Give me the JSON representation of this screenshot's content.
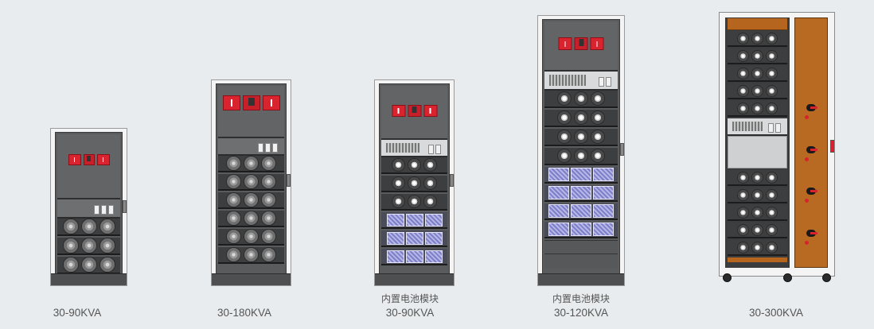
{
  "products": [
    {
      "id": "p1",
      "model_label": "30-90KVA",
      "sub_label": null,
      "power_modules": 3,
      "battery_modules": 0
    },
    {
      "id": "p2",
      "model_label": "30-180KVA",
      "sub_label": null,
      "power_modules": 6,
      "battery_modules": 0
    },
    {
      "id": "p3",
      "model_label": "30-90KVA",
      "sub_label": "内置电池模块",
      "power_modules": 3,
      "battery_modules": 3
    },
    {
      "id": "p4",
      "model_label": "30-120KVA",
      "sub_label": "内置电池模块",
      "power_modules": 4,
      "battery_modules": 4
    },
    {
      "id": "p5",
      "model_label": "30-300KVA",
      "sub_label": null,
      "power_modules": 10,
      "battery_modules": 0,
      "side_breakers": 4
    }
  ],
  "colors": {
    "background": "#e9ecef",
    "breaker_red": "#d9232f",
    "cabinet_grey": "#5a5b5d",
    "side_panel_orange": "#b86a22",
    "battery_blue": "#8e90d6",
    "label_text": "#555555"
  }
}
